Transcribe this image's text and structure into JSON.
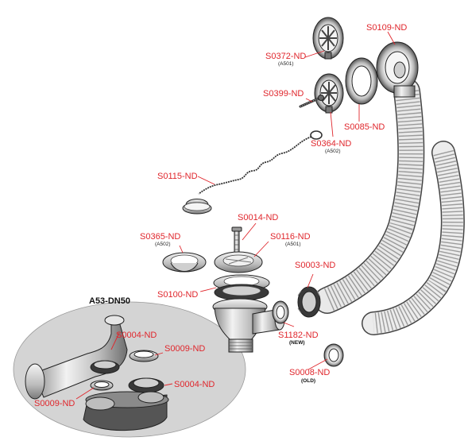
{
  "diagram": {
    "group_title": "A53-DN50",
    "labels": {
      "s0372": "S0372-ND",
      "s0372_sub": "(A501)",
      "s0109": "S0109-ND",
      "s0399": "S0399-ND",
      "s0085": "S0085-ND",
      "s0364": "S0364-ND",
      "s0364_sub": "(A502)",
      "s0115": "S0115-ND",
      "s0014": "S0014-ND",
      "s0365": "S0365-ND",
      "s0365_sub": "(A502)",
      "s0116": "S0116-ND",
      "s0116_sub": "(A501)",
      "s0003": "S0003-ND",
      "s0100": "S0100-ND",
      "s1182": "S1182-ND",
      "s1182_sub": "(NEW)",
      "s0008": "S0008-ND",
      "s0008_sub": "(OLD)",
      "s0004_top": "S0004-ND",
      "s0009_right": "S0009-ND",
      "s0004_right": "S0004-ND",
      "s0009_left": "S0009-ND"
    },
    "colors": {
      "label_red": "#e0262c",
      "panel_grey": "#d4d4d4",
      "part_outline": "#222222"
    }
  }
}
